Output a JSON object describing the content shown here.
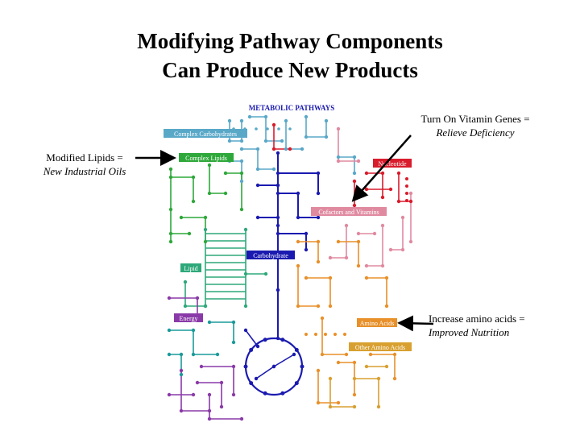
{
  "title": {
    "line1": "Modifying Pathway Components",
    "line2": "Can Produce New Products"
  },
  "map": {
    "heading": "METABOLIC PATHWAYS",
    "labels": {
      "complex_carbohydrates": "Complex Carbohydrates",
      "complex_lipids": "Complex Lipids",
      "nucleotide": "Nucleotide",
      "cofactors_vitamins": "Cofactors and Vitamins",
      "carbohydrate": "Carbohydrate",
      "lipid": "Lipid",
      "energy": "Energy",
      "amino_acids": "Amino Acids",
      "other_amino_acids": "Other Amino Acids"
    },
    "colors": {
      "carbohydrate": "#1a1ab0",
      "complex_carbohydrates": "#5aa8c8",
      "complex_lipids": "#2ea83a",
      "lipid": "#2ea87a",
      "nucleotide": "#d81c2c",
      "cofactors": "#e08aa0",
      "amino_acids": "#e8902a",
      "other_amino_acids": "#d8a030",
      "energy": "#8a3aa8",
      "teal": "#1a9a9a"
    }
  },
  "annotations": {
    "vitamin": {
      "line1": "Turn On Vitamin Genes =",
      "line2": "Relieve Deficiency"
    },
    "lipids": {
      "line1": "Modified Lipids =",
      "line2": "New Industrial Oils"
    },
    "amino": {
      "line1": "Increase amino acids =",
      "line2": "Improved Nutrition"
    }
  }
}
